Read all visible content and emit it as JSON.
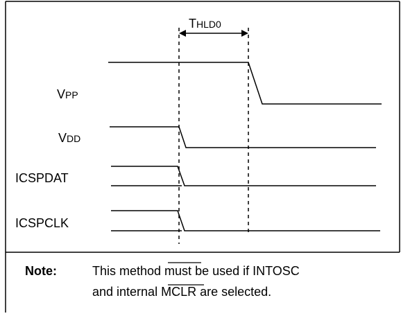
{
  "timing": {
    "label_main": "T",
    "label_sub": "HLD0"
  },
  "signals": {
    "vpp_main": "V",
    "vpp_sub": "PP",
    "vdd_main": "V",
    "vdd_sub": "DD",
    "icspdat": "ICSPDAT",
    "icspclk": "ICSPCLK"
  },
  "note": {
    "label": "Note:",
    "line1_pre": "This method ",
    "line1_emph": "must",
    "line1_post": " be used if INTOSC",
    "line2_pre": "and internal ",
    "line2_overbar": "MCLR",
    "line2_post": " are selected."
  }
}
